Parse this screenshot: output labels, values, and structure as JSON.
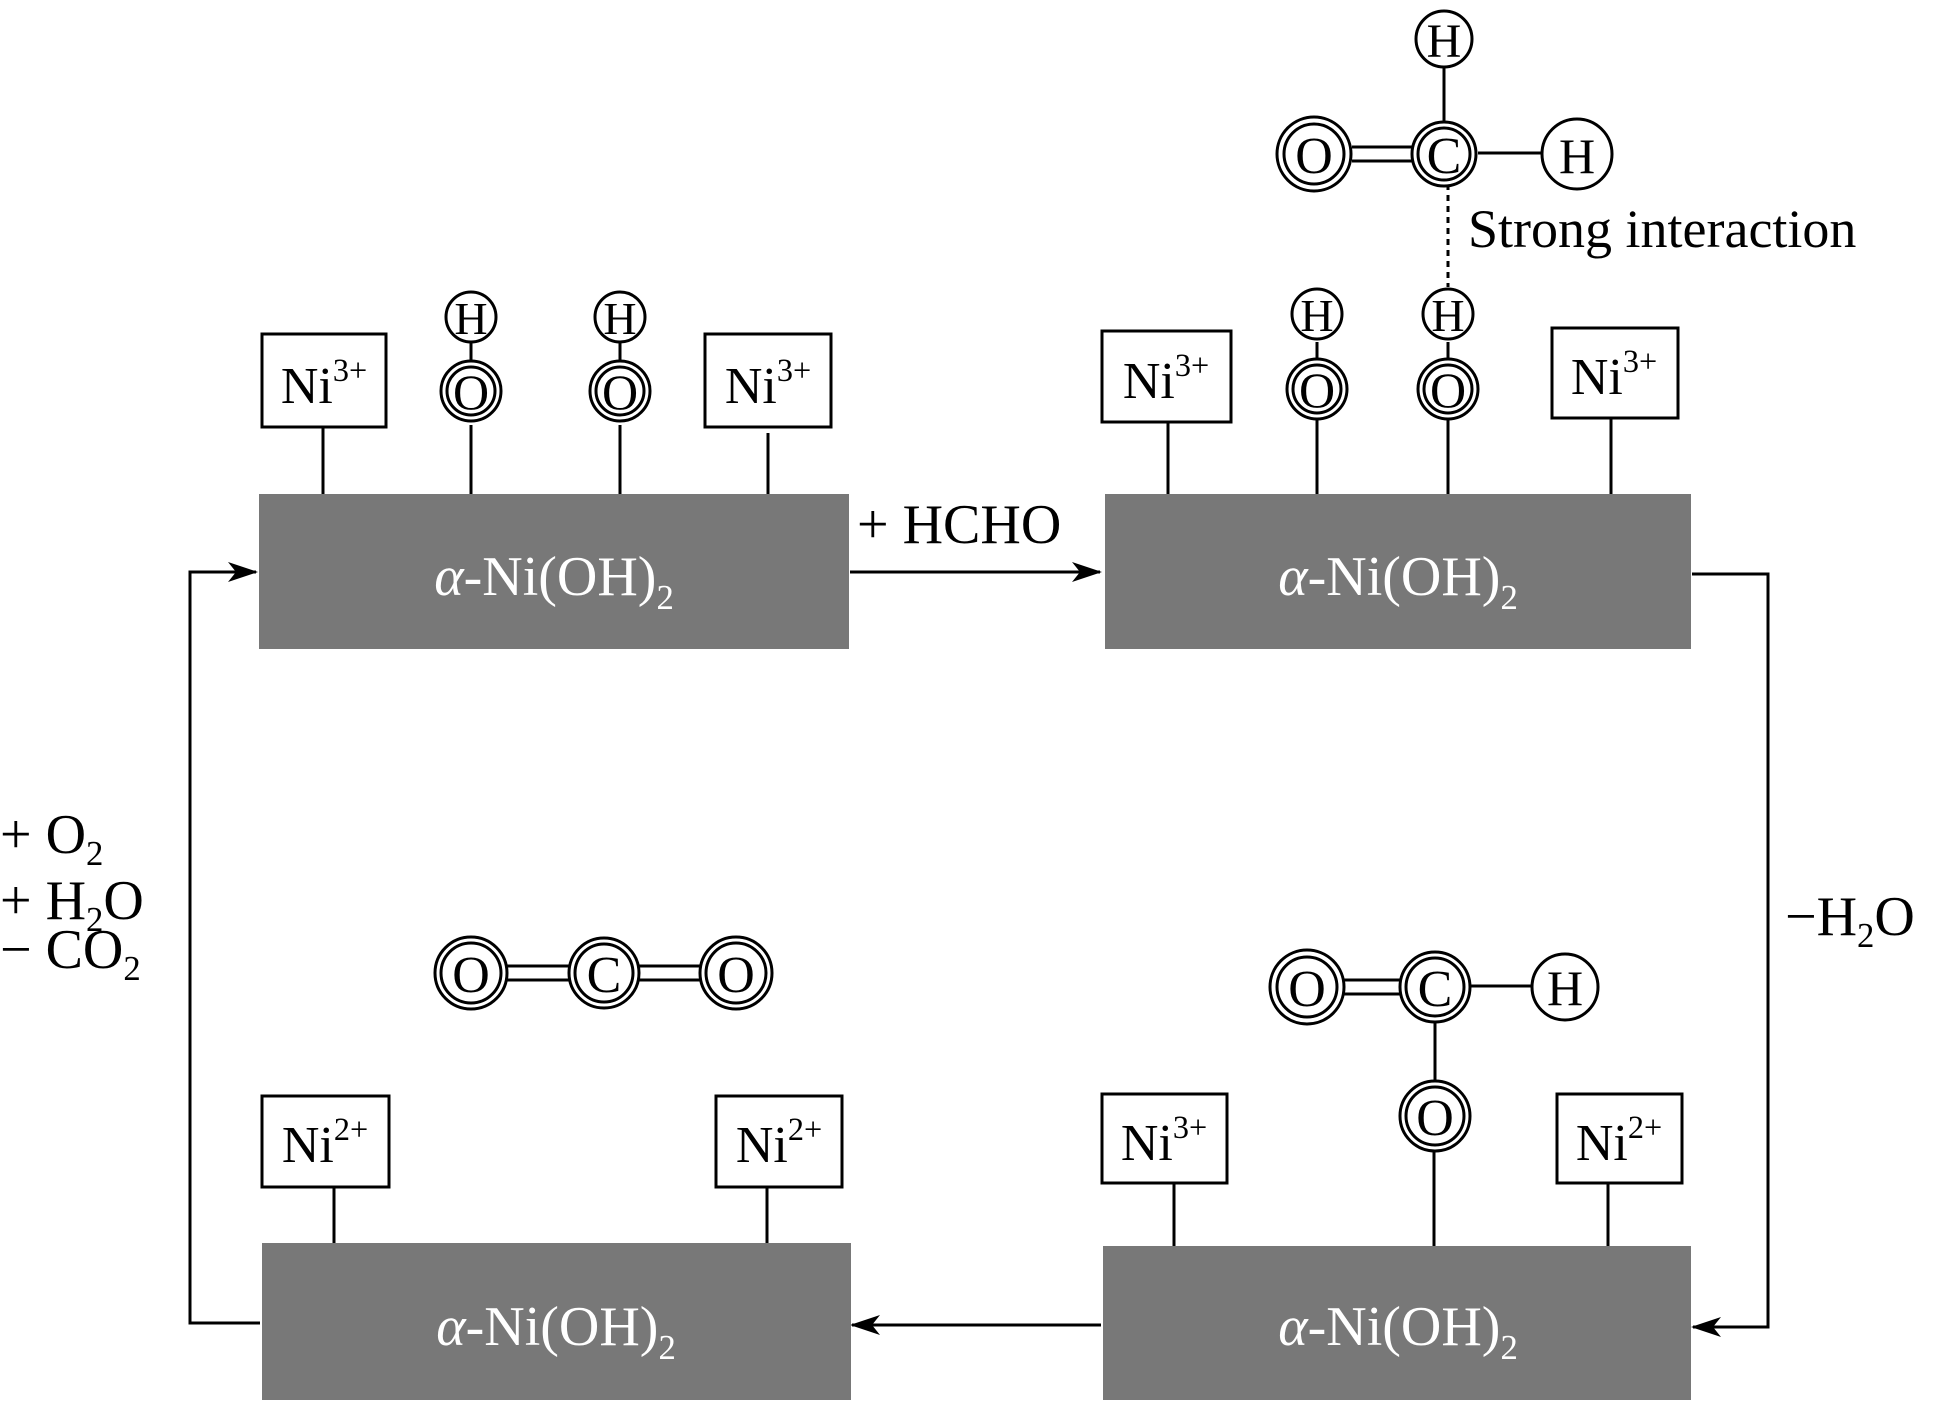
{
  "diagram": {
    "substrate_label": {
      "greek": "α",
      "rest": "-Ni(OH)",
      "subscript": "2"
    },
    "steps": {
      "top": "+ HCHO",
      "right": {
        "prefix": "−H",
        "sub": "2",
        "suffix": "O"
      },
      "left": [
        {
          "prefix": "+ O",
          "sub": "2",
          "suffix": ""
        },
        {
          "prefix": "+ H",
          "sub": "2",
          "suffix": "O"
        },
        {
          "prefix": "− CO",
          "sub": "2",
          "suffix": ""
        }
      ]
    },
    "annotation": "Strong interaction",
    "ions": {
      "base": "Ni",
      "ni3": "3+",
      "ni2": "2+"
    },
    "atoms": {
      "H": "H",
      "O": "O",
      "C": "C"
    },
    "colors": {
      "substrate": "#787878",
      "line": "#000000",
      "background": "#ffffff"
    }
  }
}
